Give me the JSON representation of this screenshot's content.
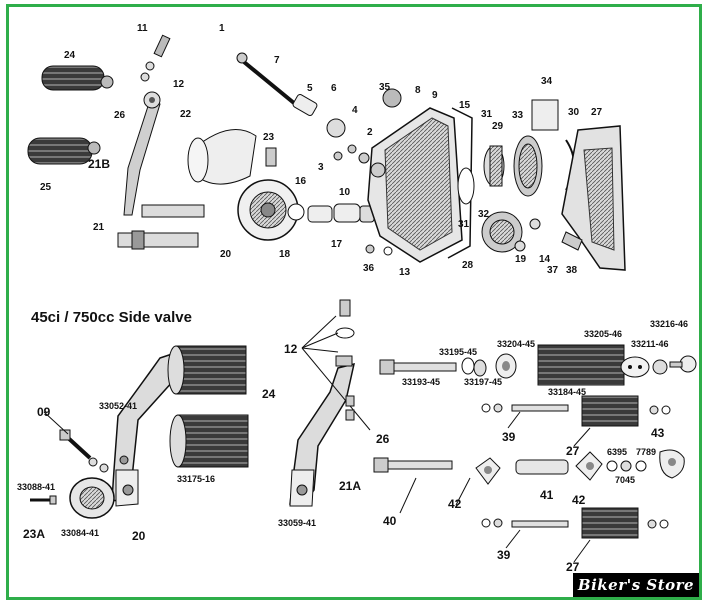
{
  "diagram": {
    "model_title": "45ci / 750cc Side valve",
    "watermark": "Biker's Store",
    "frame_color": "#2fae4a",
    "upper_callouts": [
      "1",
      "2",
      "3",
      "4",
      "5",
      "6",
      "7",
      "8",
      "9",
      "10",
      "11",
      "12",
      "13",
      "14",
      "15",
      "16",
      "17",
      "18",
      "19",
      "20",
      "21",
      "21B",
      "22",
      "23",
      "24",
      "25",
      "26",
      "27",
      "28",
      "29",
      "30",
      "31",
      "31",
      "32",
      "33",
      "34",
      "35",
      "36",
      "37",
      "38"
    ],
    "lower_callouts": [
      "09",
      "12",
      "20",
      "21A",
      "23A",
      "24",
      "26",
      "27",
      "27",
      "33052-41",
      "33059-41",
      "33088-41",
      "33084-41",
      "33175-16",
      "33193-45",
      "33195-45",
      "33197-45",
      "33204-45",
      "33184-45",
      "33205-46",
      "33211-46",
      "33216-46",
      "39",
      "39",
      "40",
      "41",
      "42",
      "42",
      "43",
      "6395",
      "7789",
      "7045"
    ]
  }
}
